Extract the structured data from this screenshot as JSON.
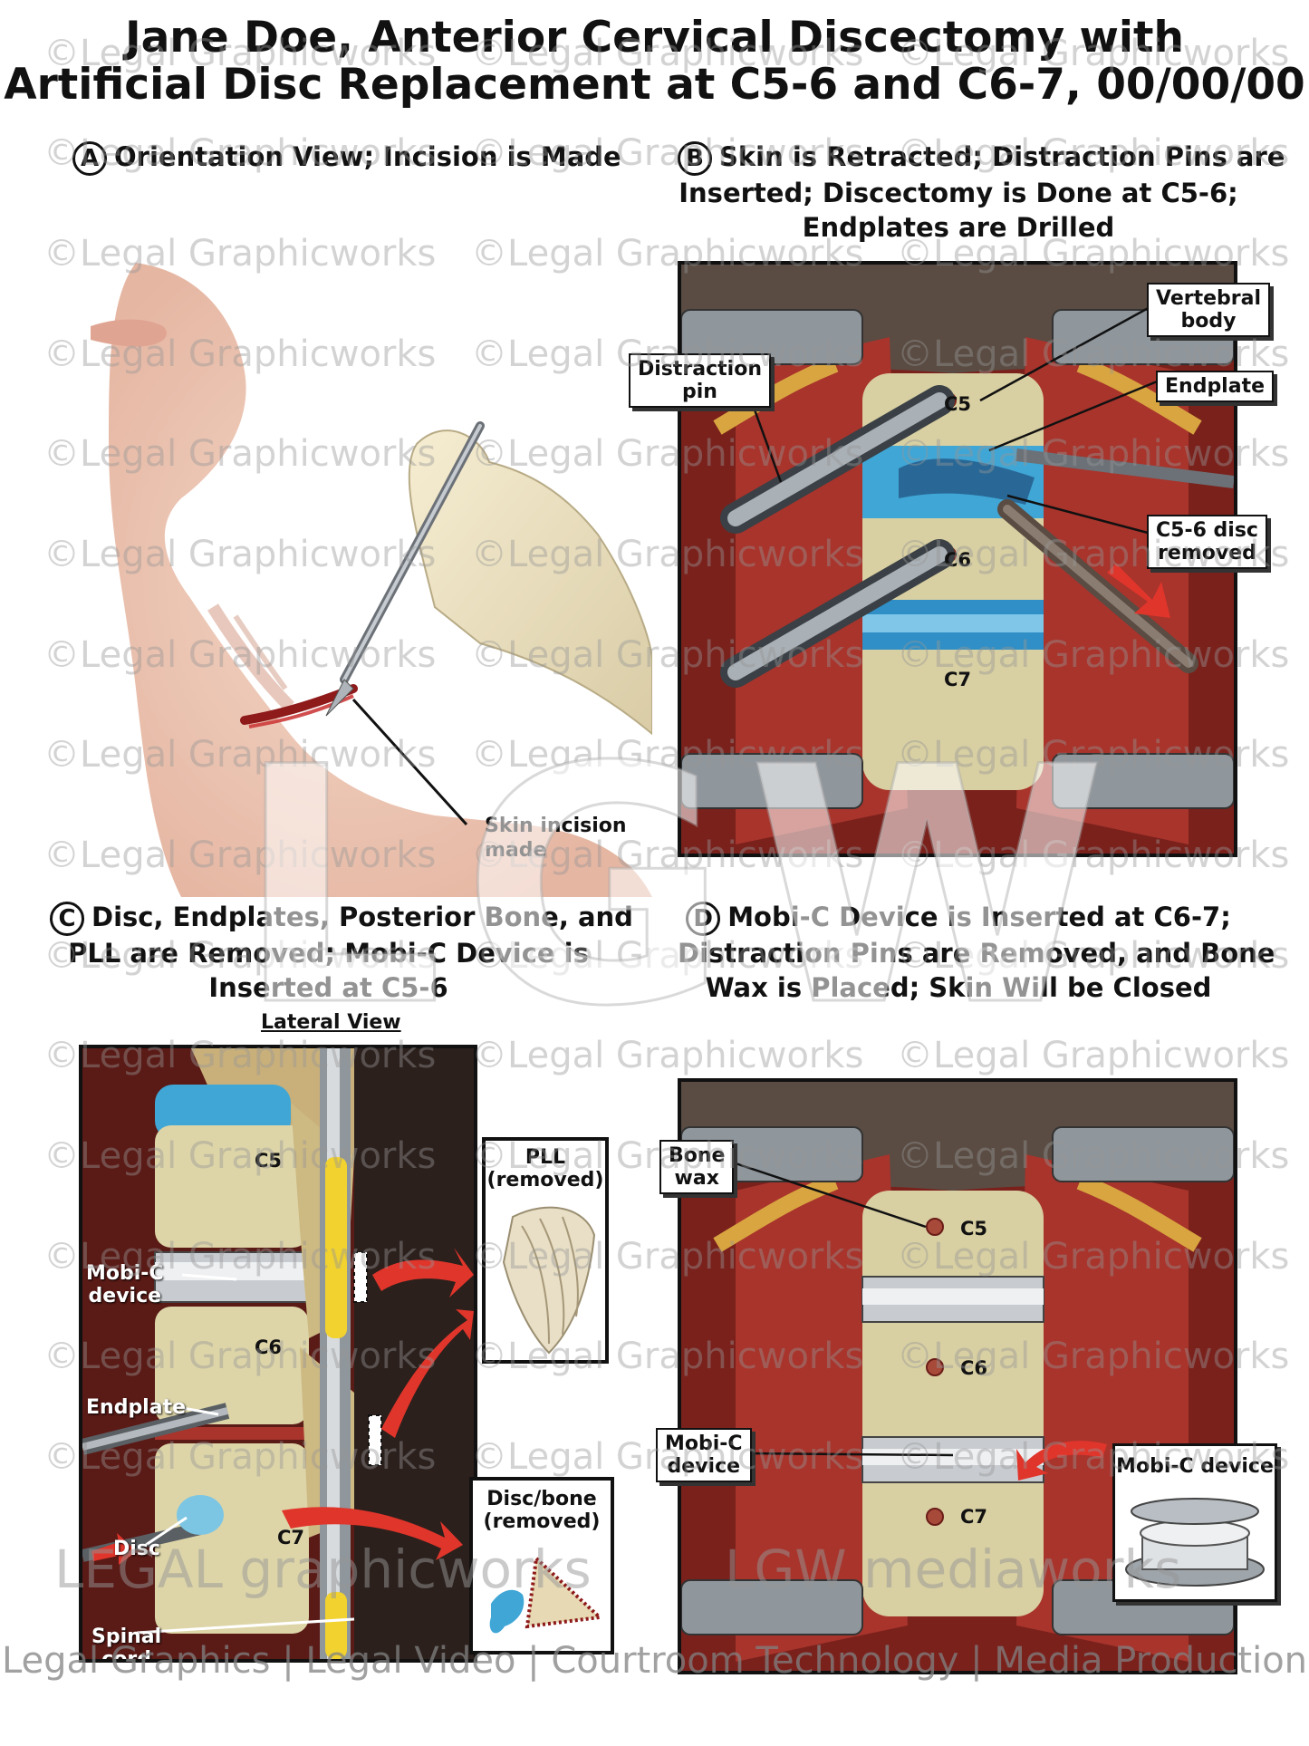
{
  "title": {
    "line1": "Jane Doe, Anterior Cervical Discectomy with",
    "line2": "Artificial Disc Replacement at C5-6 and C6-7, 00/00/00"
  },
  "panels": {
    "a": {
      "letter": "A",
      "heading": [
        "Orientation View; Incision is Made"
      ],
      "labels": {
        "incision": [
          "Skin incision",
          "made"
        ]
      }
    },
    "b": {
      "letter": "B",
      "heading": [
        "Skin is Retracted; Distraction Pins are",
        "Inserted; Discectomy is Done at C5-6;",
        "Endplates are Drilled"
      ],
      "labels": {
        "vertebral_body": [
          "Vertebral",
          "body"
        ],
        "endplate": "Endplate",
        "distraction_pin": [
          "Distraction",
          "pin"
        ],
        "disc_removed": [
          "C5-6 disc",
          "removed"
        ],
        "c5": "C5",
        "c6": "C6",
        "c7": "C7"
      }
    },
    "c": {
      "letter": "C",
      "heading": [
        "Disc, Endplates, Posterior Bone, and",
        "PLL are Removed; Mobi-C Device is",
        "Inserted at C5-6"
      ],
      "view_label": "Lateral View",
      "labels": {
        "c5": "C5",
        "c6": "C6",
        "c7": "C7",
        "mobi_c": [
          "Mobi-C",
          "device"
        ],
        "endplate": "Endplate",
        "disc": "Disc",
        "spinal_cord": [
          "Spinal",
          "cord"
        ],
        "pll": [
          "PLL",
          "(removed)"
        ],
        "disc_bone": [
          "Disc/bone",
          "(removed)"
        ]
      }
    },
    "d": {
      "letter": "D",
      "heading": [
        "Mobi-C Device is Inserted at C6-7;",
        "Distraction Pins are Removed, and Bone",
        "Wax is Placed; Skin Will be Closed"
      ],
      "labels": {
        "bone_wax": [
          "Bone",
          "wax"
        ],
        "mobi_c": [
          "Mobi-C",
          "device"
        ],
        "mobi_c_inset": "Mobi-C device",
        "c5": "C5",
        "c6": "C6",
        "c7": "C7"
      }
    }
  },
  "watermark": "©Legal Graphicworks",
  "brand": {
    "left": "LEGAL graphicworks",
    "right": "LGW mediaworks",
    "center_mark": "LGW"
  },
  "footer": "Legal Graphics | Legal Video | Courtroom Technology | Media Production",
  "colors": {
    "tissue": "#9b2a25",
    "bone": "#ddd5a8",
    "disc_blue": "#3fa6d6",
    "metal": "#8f969c",
    "arrow": "#e0352b"
  }
}
